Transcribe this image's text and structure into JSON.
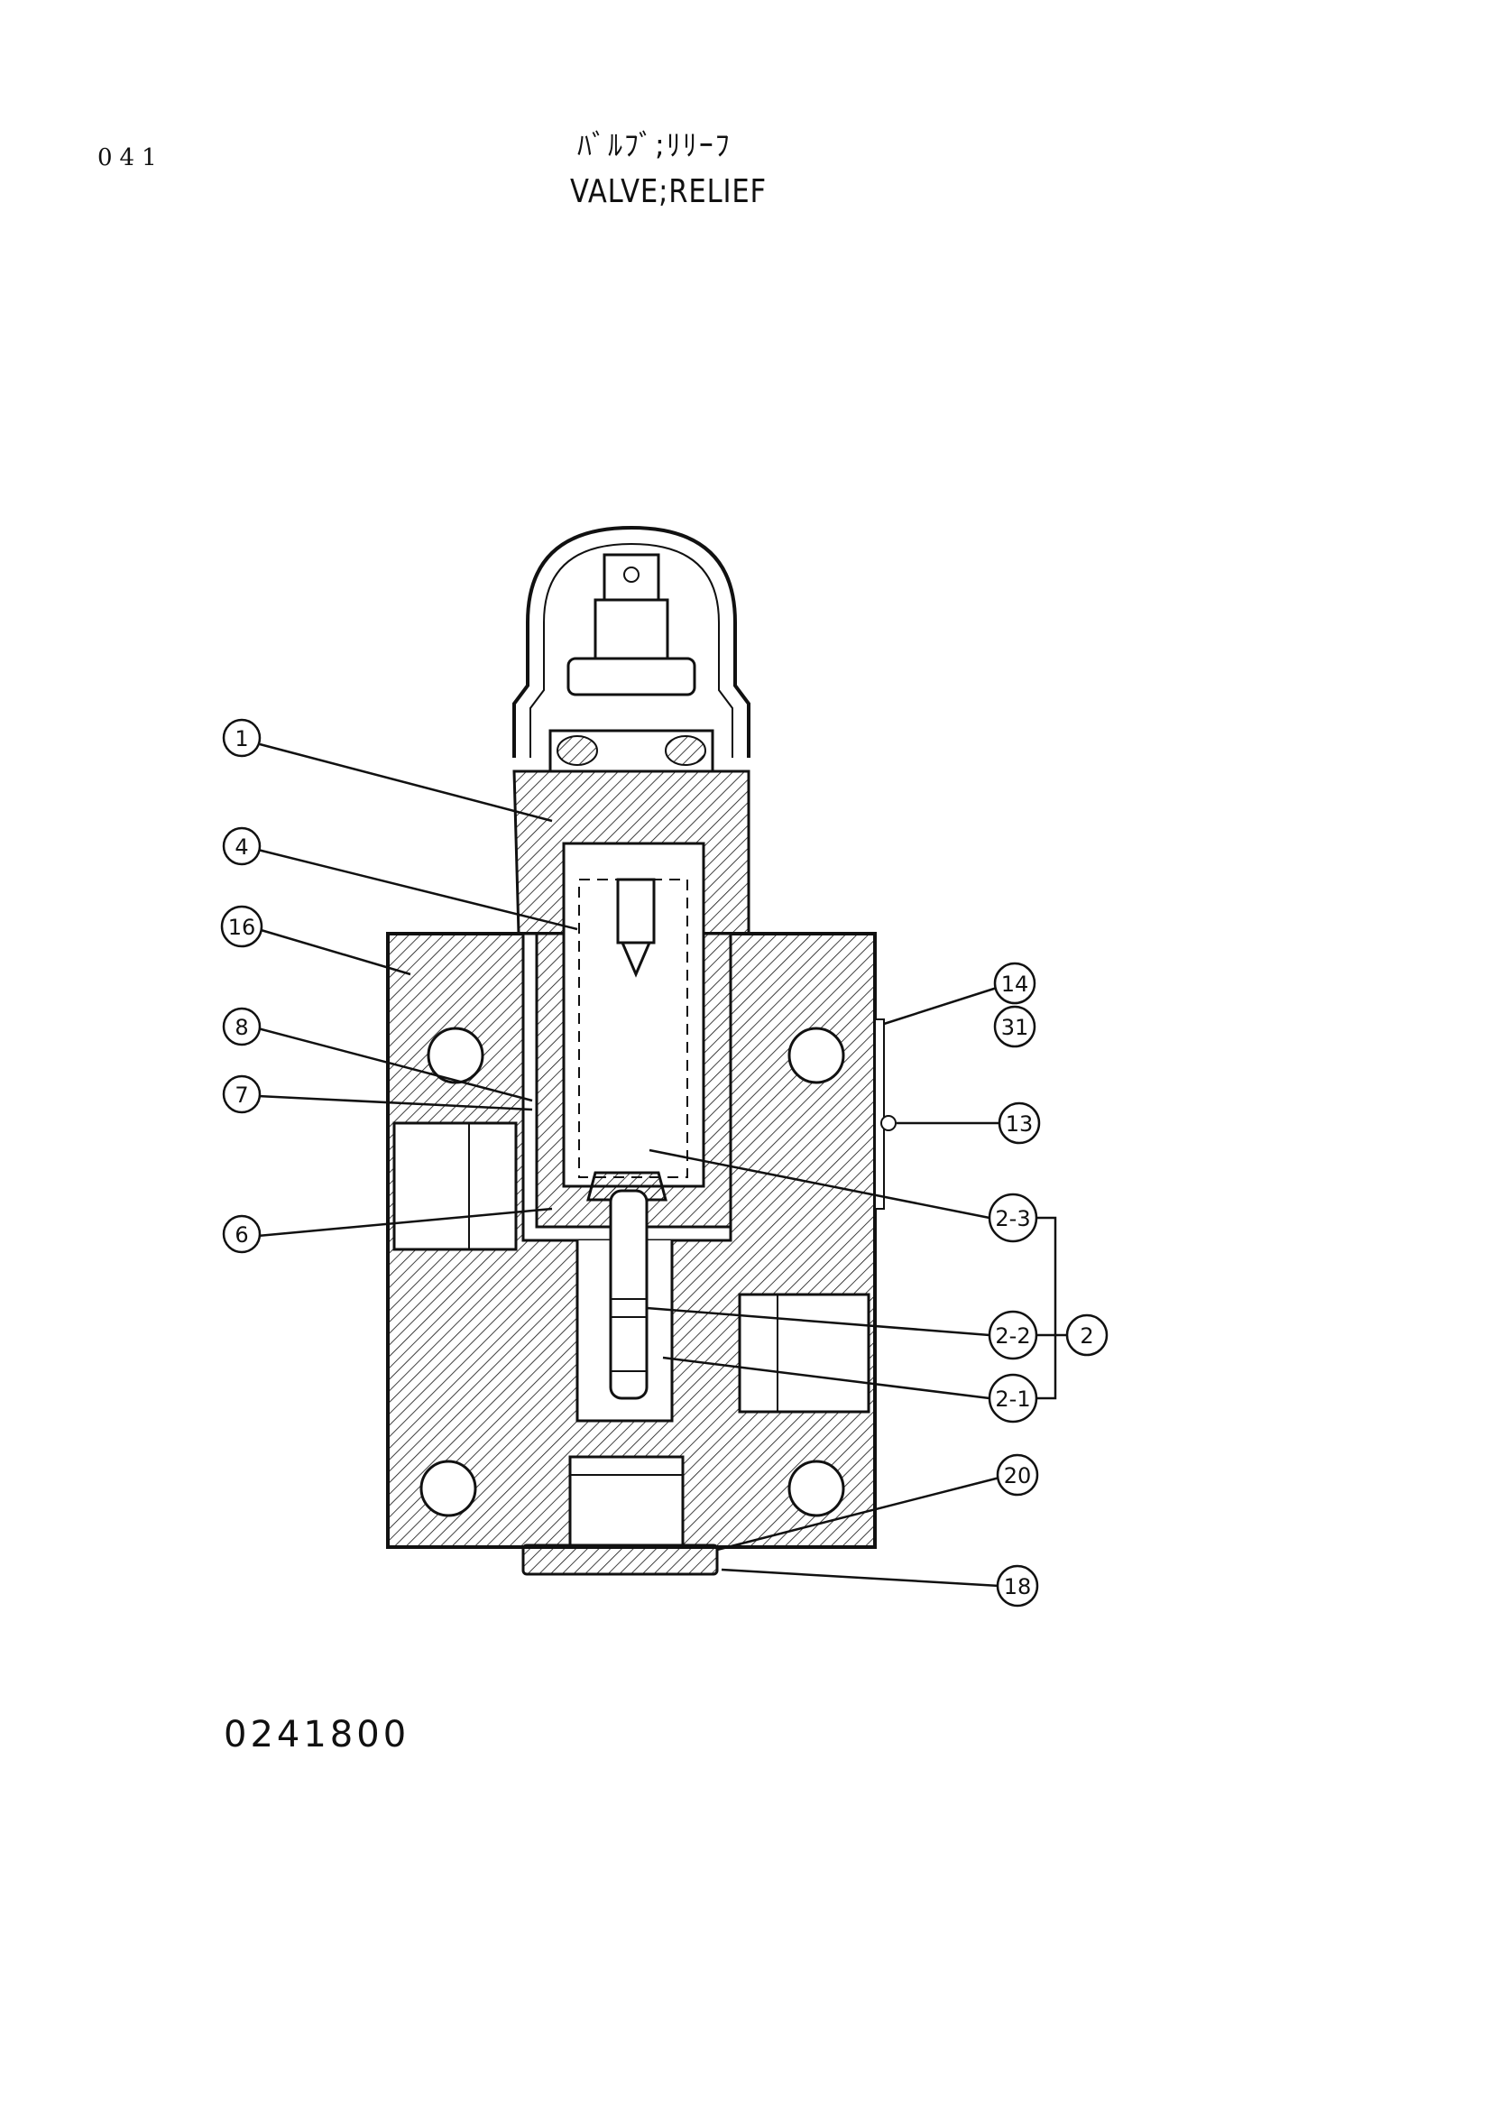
{
  "page_number": "041",
  "title_jp": "ﾊﾞﾙﾌﾞ;ﾘﾘｰﾌ",
  "title_en": "VALVE;RELIEF",
  "doc_code": "0241800",
  "callouts": [
    "1",
    "4",
    "16",
    "8",
    "7",
    "6",
    "14",
    "31",
    "13",
    "2-3",
    "2-2",
    "2-1",
    "2",
    "20",
    "18"
  ],
  "colors": {
    "ink": "#111111",
    "paper": "#ffffff"
  }
}
